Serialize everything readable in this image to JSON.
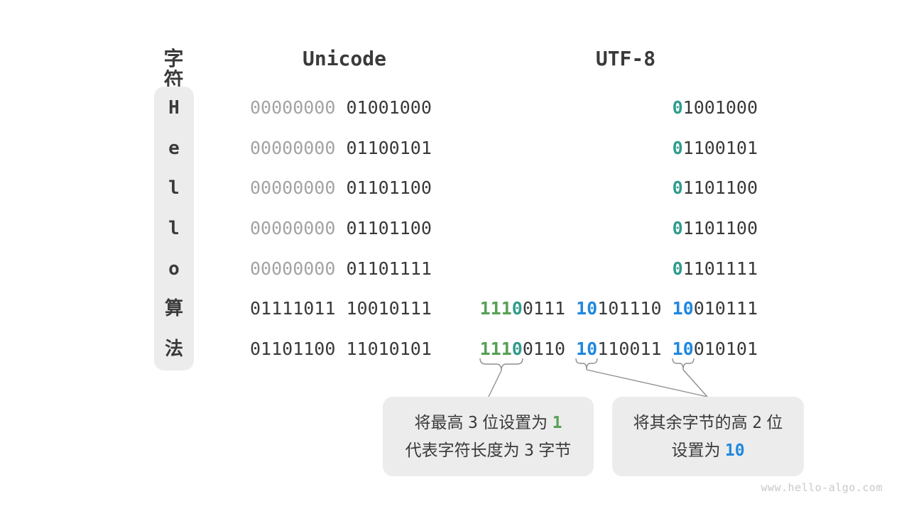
{
  "header": {
    "char": "字符",
    "unicode": "Unicode",
    "utf8": "UTF-8"
  },
  "rows": [
    {
      "char": "H",
      "unicode": [
        {
          "t": "00000000",
          "c": "muted"
        },
        {
          "t": " 01001000",
          "c": "dark"
        }
      ],
      "utf8": [
        {
          "t": "0",
          "c": "teal"
        },
        {
          "t": "1001000",
          "c": "dark"
        }
      ]
    },
    {
      "char": "e",
      "unicode": [
        {
          "t": "00000000",
          "c": "muted"
        },
        {
          "t": " 01100101",
          "c": "dark"
        }
      ],
      "utf8": [
        {
          "t": "0",
          "c": "teal"
        },
        {
          "t": "1100101",
          "c": "dark"
        }
      ]
    },
    {
      "char": "l",
      "unicode": [
        {
          "t": "00000000",
          "c": "muted"
        },
        {
          "t": " 01101100",
          "c": "dark"
        }
      ],
      "utf8": [
        {
          "t": "0",
          "c": "teal"
        },
        {
          "t": "1101100",
          "c": "dark"
        }
      ]
    },
    {
      "char": "l",
      "unicode": [
        {
          "t": "00000000",
          "c": "muted"
        },
        {
          "t": " 01101100",
          "c": "dark"
        }
      ],
      "utf8": [
        {
          "t": "0",
          "c": "teal"
        },
        {
          "t": "1101100",
          "c": "dark"
        }
      ]
    },
    {
      "char": "o",
      "unicode": [
        {
          "t": "00000000",
          "c": "muted"
        },
        {
          "t": " 01101111",
          "c": "dark"
        }
      ],
      "utf8": [
        {
          "t": "0",
          "c": "teal"
        },
        {
          "t": "1101111",
          "c": "dark"
        }
      ]
    },
    {
      "char": "算",
      "unicode": [
        {
          "t": "01111011 10010111",
          "c": "dark"
        }
      ],
      "utf8": [
        {
          "t": "111",
          "c": "green"
        },
        {
          "t": "0",
          "c": "teal"
        },
        {
          "t": "0111 ",
          "c": "dark"
        },
        {
          "t": "10",
          "c": "blue"
        },
        {
          "t": "101110 ",
          "c": "dark"
        },
        {
          "t": "10",
          "c": "blue"
        },
        {
          "t": "010111",
          "c": "dark"
        }
      ]
    },
    {
      "char": "法",
      "unicode": [
        {
          "t": "01101100 11010101",
          "c": "dark"
        }
      ],
      "utf8": [
        {
          "t": "111",
          "c": "green"
        },
        {
          "t": "0",
          "c": "teal"
        },
        {
          "t": "0110 ",
          "c": "dark"
        },
        {
          "t": "10",
          "c": "blue"
        },
        {
          "t": "110011 ",
          "c": "dark"
        },
        {
          "t": "10",
          "c": "blue"
        },
        {
          "t": "010101",
          "c": "dark"
        }
      ]
    }
  ],
  "callouts": [
    {
      "lines": [
        [
          {
            "t": "将最高 ",
            "c": ""
          },
          {
            "t": "3",
            "c": "num"
          },
          {
            "t": " 位设置为 ",
            "c": ""
          },
          {
            "t": "1",
            "c": "num green"
          }
        ],
        [
          {
            "t": "代表字符长度为 ",
            "c": ""
          },
          {
            "t": "3",
            "c": "num"
          },
          {
            "t": " 字节",
            "c": ""
          }
        ]
      ]
    },
    {
      "lines": [
        [
          {
            "t": "将其余字节的高 ",
            "c": ""
          },
          {
            "t": "2",
            "c": "num"
          },
          {
            "t": " 位",
            "c": ""
          }
        ],
        [
          {
            "t": "设置为 ",
            "c": ""
          },
          {
            "t": "10",
            "c": "num blue"
          }
        ]
      ]
    }
  ],
  "watermark": "www.hello-algo.com",
  "colors": {
    "text_dark": "#3a3a3a",
    "leading_zero_gray": "#a3a3a3",
    "prefix_green": "#58a057",
    "prefix_teal": "#2f9d8d",
    "continuation_blue": "#1f88e0",
    "panel_bg": "#ececec",
    "annotation_line": "#8f8f8f",
    "watermark_gray": "#c9c9c9"
  }
}
